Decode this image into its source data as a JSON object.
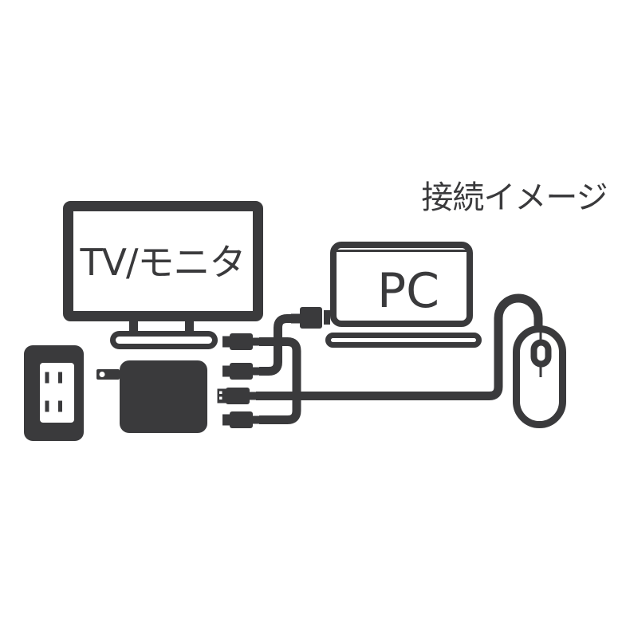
{
  "title": "接続イメージ",
  "labels": {
    "tv": "TV/モニタ",
    "pc": "PC"
  },
  "colors": {
    "ink": "#3a3a3c",
    "background": "#ffffff"
  },
  "icons": [
    "tv-monitor-icon",
    "laptop-icon",
    "mouse-icon",
    "wall-outlet-icon",
    "power-adapter-icon",
    "hub-plug-icon",
    "usb-plug-icon",
    "pc-plug-icon",
    "cable-icon"
  ]
}
